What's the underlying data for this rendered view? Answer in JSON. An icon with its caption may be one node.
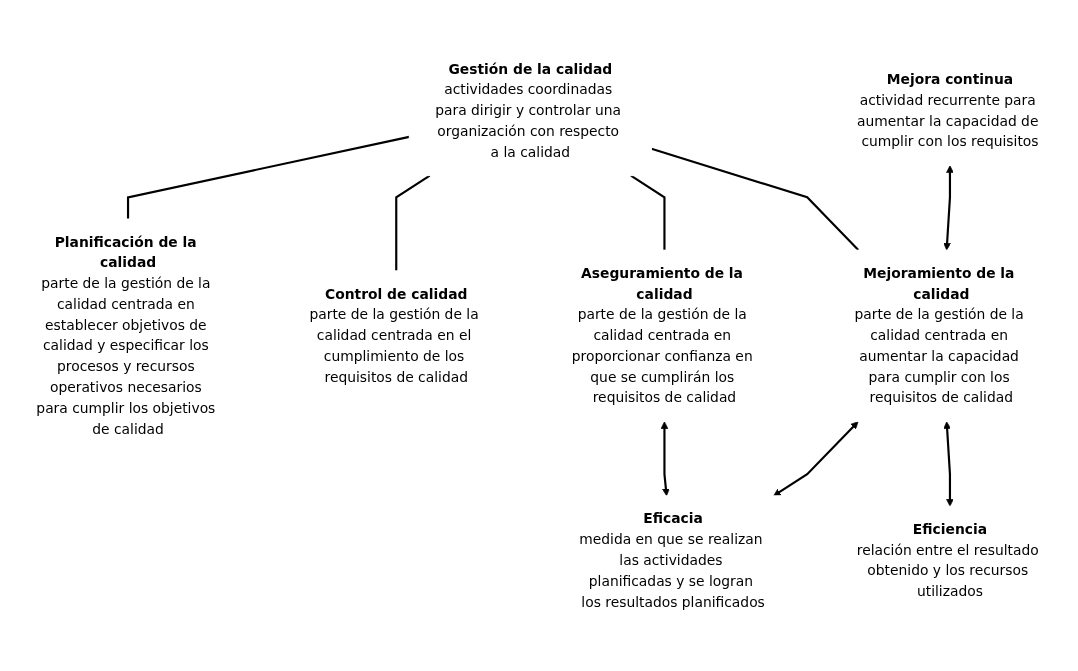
{
  "diagram": {
    "nodes": [
      {
        "text": [
          "Gestión de la calidad",
          "actividades coordinadas para dirigir y controlar una organización con respecto a la calidad"
        ]
      },
      {
        "text": [
          "Planificación de la calidad",
          "parte de la gestión de la calidad centrada en establecer objetivos de calidad y especificar los procesos y recursos operativos necesarios para cumplir los objetivos de calidad"
        ]
      },
      {
        "text": [
          "Control de calidad",
          "parte de la gestión de la calidad centrada en el cumplimiento de los requisitos de calidad"
        ]
      },
      {
        "text": [
          "Aseguramiento de la calidad",
          "parte de la gestión de la calidad centrada en proporcionar confianza en que se cumplirán los requisitos de calidad"
        ]
      },
      {
        "text": [
          "Mejoramiento de la calidad",
          "parte de la gestión de la calidad centrada en aumentar la capacidad para cumplir con los requisitos de calidad"
        ]
      },
      {
        "text": [
          "Mejora continua",
          "actividad recurrente para aumentar la capacidad de cumplir con los requisitos"
        ]
      },
      {
        "text": [
          "Eficacia",
          "medida en que se realizan las actividades planificadas y se logran los resultados planificados"
        ]
      },
      {
        "text": [
          "Eficiencia",
          "relación entre el resultado obtenido y los recursos utilizados"
        ]
      }
    ],
    "edges": [
      {
        "from": 0,
        "to": 1,
        "arrow": "none"
      },
      {
        "from": 0,
        "to": 2,
        "arrow": "none"
      },
      {
        "from": 0,
        "to": 3,
        "arrow": "none"
      },
      {
        "from": 0,
        "to": 4,
        "arrow": "none"
      },
      {
        "from": 5,
        "to": 4,
        "arrow": "both"
      },
      {
        "from": 3,
        "to": 6,
        "arrow": "both"
      },
      {
        "from": 4,
        "to": 6,
        "arrow": "both"
      },
      {
        "from": 4,
        "to": 7,
        "arrow": "both"
      }
    ]
  }
}
